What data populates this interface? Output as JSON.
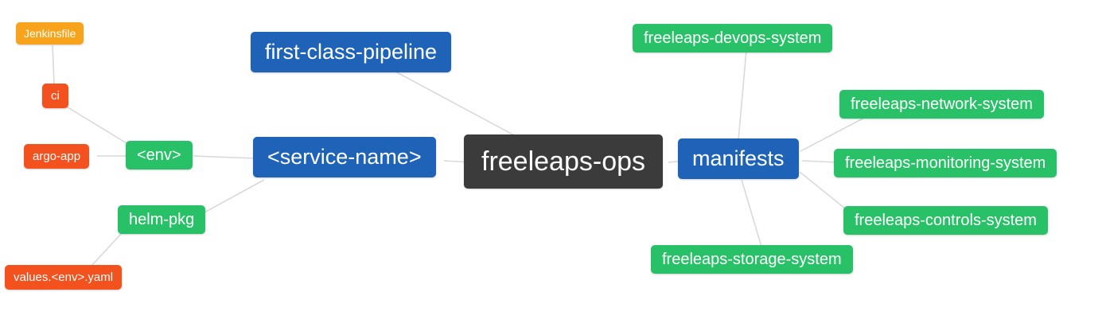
{
  "diagram": {
    "nodes": {
      "root": {
        "label": "freeleaps-ops"
      },
      "first_class_pipeline": {
        "label": "first-class-pipeline"
      },
      "service_name": {
        "label": "<service-name>"
      },
      "env": {
        "label": "<env>"
      },
      "ci": {
        "label": "ci"
      },
      "jenkinsfile": {
        "label": "Jenkinsfile"
      },
      "argo_app": {
        "label": "argo-app"
      },
      "helm_pkg": {
        "label": "helm-pkg"
      },
      "values_env_yaml": {
        "label": "values.<env>.yaml"
      },
      "manifests": {
        "label": "manifests"
      },
      "devops_system": {
        "label": "freeleaps-devops-system"
      },
      "network_system": {
        "label": "freeleaps-network-system"
      },
      "monitoring_system": {
        "label": "freeleaps-monitoring-system"
      },
      "controls_system": {
        "label": "freeleaps-controls-system"
      },
      "storage_system": {
        "label": "freeleaps-storage-system"
      }
    },
    "colors": {
      "root_bg": "#3b3b3b",
      "blue": "#1e63b7",
      "green": "#28c168",
      "red": "#f3511e",
      "amber": "#f7a41c",
      "edge": "#d9d9d9"
    }
  }
}
